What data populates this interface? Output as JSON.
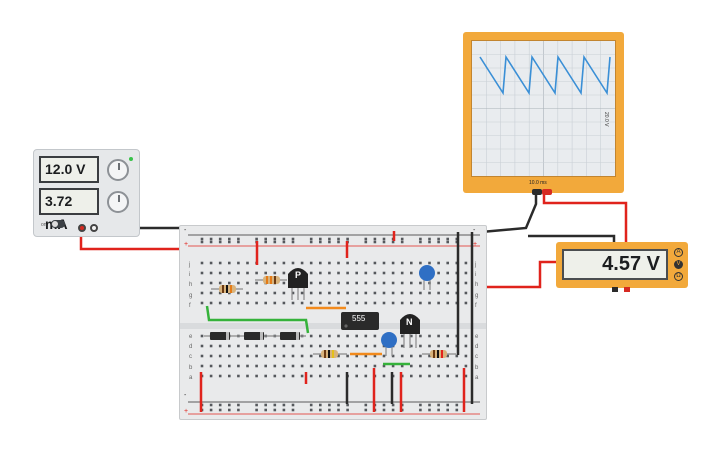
{
  "power_supply": {
    "voltage": "12.0 V",
    "current": "3.72 mA",
    "power_switch_label": "on"
  },
  "breadboard": {
    "chip_label": "555",
    "pnp_label": "P",
    "npn_label": "N",
    "row_letters_top": [
      "j",
      "i",
      "h",
      "g",
      "f"
    ],
    "row_letters_bottom": [
      "e",
      "d",
      "c",
      "b",
      "a"
    ],
    "rail_plus": "+",
    "rail_minus": "-"
  },
  "oscilloscope": {
    "time_per_div": "10.0 ms",
    "volts_per_div": "20.0 V",
    "trace_color": "#3a8fd6"
  },
  "multimeter": {
    "reading": "4.57 V",
    "modes": [
      "A",
      "V",
      "Ω"
    ]
  },
  "colors": {
    "wire_red": "#e0231c",
    "wire_black": "#2b2b2b",
    "wire_green": "#35b23a",
    "wire_orange": "#f28a1c",
    "instrument_orange": "#f2a93b",
    "capacitor_blue": "#2f6fc4"
  }
}
